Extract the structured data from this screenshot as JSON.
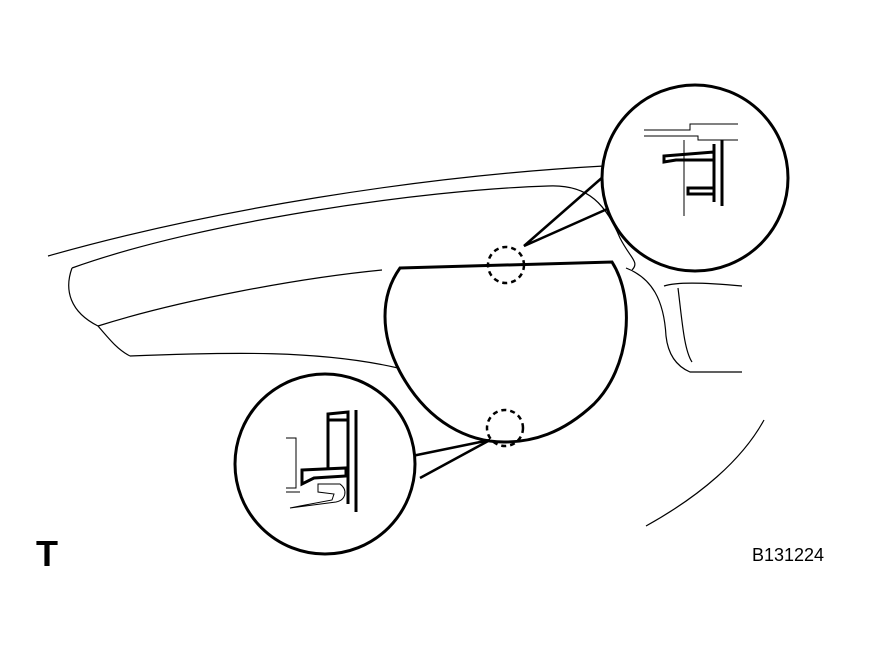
{
  "corner_label": "T",
  "figure_code": "B131224",
  "colors": {
    "stroke": "#000000",
    "background": "#ffffff"
  },
  "parts": {
    "cover": "trim-cover",
    "clips": [
      "upper-clip",
      "lower-clip"
    ],
    "callouts": [
      "upper-callout-detail",
      "lower-callout-detail"
    ]
  }
}
